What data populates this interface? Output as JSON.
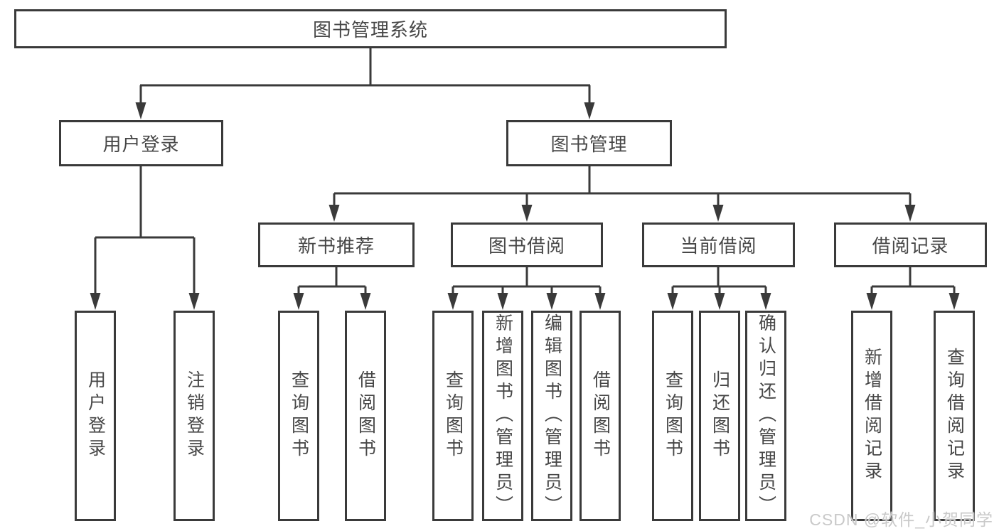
{
  "diagram": {
    "root": {
      "label": "图书管理系统"
    },
    "branches": [
      {
        "label": "用户登录",
        "children": [
          {
            "label": "用户登录"
          },
          {
            "label": "注销登录"
          }
        ]
      },
      {
        "label": "图书管理",
        "children": [
          {
            "label": "新书推荐",
            "children": [
              {
                "label": "查询图书"
              },
              {
                "label": "借阅图书"
              }
            ]
          },
          {
            "label": "图书借阅",
            "children": [
              {
                "label": "查询图书"
              },
              {
                "label": "新增图书（管理员）"
              },
              {
                "label": "编辑图书（管理员）"
              },
              {
                "label": "借阅图书"
              }
            ]
          },
          {
            "label": "当前借阅",
            "children": [
              {
                "label": "查询图书"
              },
              {
                "label": "归还图书"
              },
              {
                "label": "确认归还（管理员）"
              }
            ]
          },
          {
            "label": "借阅记录",
            "children": [
              {
                "label": "新增借阅记录"
              },
              {
                "label": "查询借阅记录"
              }
            ]
          }
        ]
      }
    ]
  },
  "watermark": {
    "text": "CSDN @软件_小贺同学"
  },
  "colors": {
    "line": "#3a3a3a",
    "box_border": "#3a3a3a",
    "text": "#474747",
    "background": "#ffffff",
    "watermark": "#c9c9c9"
  }
}
